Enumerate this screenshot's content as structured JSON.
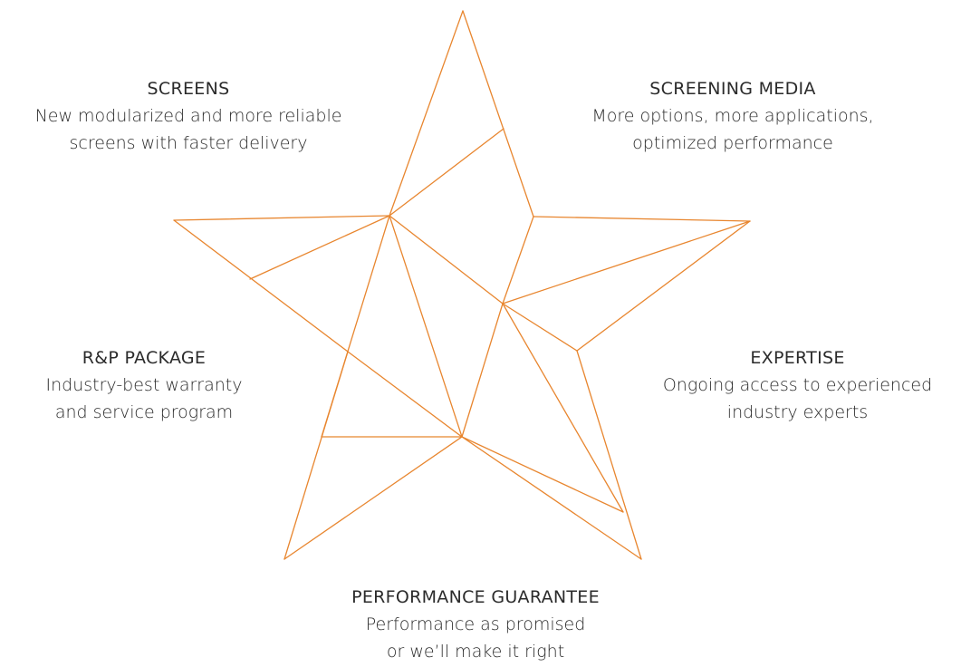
{
  "diagram": {
    "accent_color": "#e8862f",
    "shape": "star",
    "sections": {
      "screens": {
        "title": "SCREENS",
        "line1": "New modularized and more reliable",
        "line2": "screens with faster delivery"
      },
      "screening_media": {
        "title": "SCREENING MEDIA",
        "line1": "More options, more applications,",
        "line2": "optimized performance"
      },
      "rp_package": {
        "title": "R&P PACKAGE",
        "line1": "Industry-best warranty",
        "line2": "and service program"
      },
      "expertise": {
        "title": "EXPERTISE",
        "line1": "Ongoing access to experienced",
        "line2": "industry experts"
      },
      "performance_guarantee": {
        "title": "PERFORMANCE GUARANTEE",
        "line1": "Performance as promised",
        "line2": "or we’ll make it right"
      }
    }
  }
}
